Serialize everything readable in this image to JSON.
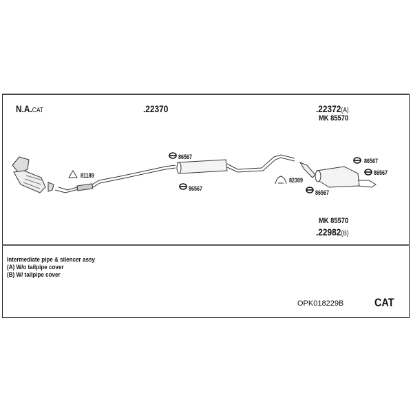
{
  "labels": {
    "front": {
      "main": "N.A.",
      "suffix": "CAT"
    },
    "intermediate": ".22370",
    "rear_a": {
      "main": ".22372",
      "suffix": "(A)",
      "kit": "MK 85570"
    },
    "rear_b": {
      "main": ".22982",
      "suffix": "(B)",
      "kit": "MK 85570"
    }
  },
  "parts": {
    "gasket_front": "81189",
    "clamp": "82309",
    "hanger": "86567"
  },
  "notes": [
    "Intermediate pipe & silencer assy",
    "(A) W/o tailpipe cover",
    "(B) W/ tailpipe cover"
  ],
  "footer": {
    "code": "OPK018229B",
    "type": "CAT"
  }
}
